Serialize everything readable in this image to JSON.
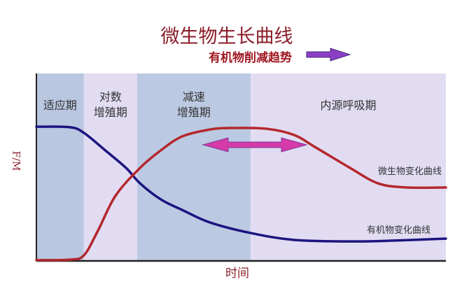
{
  "title": "微生物生长曲线",
  "trend_label": "有机物削减趋势",
  "phases": [
    {
      "label_lines": [
        "适应期"
      ],
      "color": "#b9c7e0"
    },
    {
      "label_lines": [
        "对数",
        "增殖期"
      ],
      "color": "#e2dcf2"
    },
    {
      "label_lines": [
        "减速",
        "增殖期"
      ],
      "color": "#bcc9e2"
    },
    {
      "label_lines": [
        "内源呼吸期"
      ],
      "color": "#e2dcf2"
    }
  ],
  "chart_data": {
    "type": "line",
    "title": "微生物生长曲线",
    "xlabel": "时间",
    "ylabel": "F/M",
    "xlim": [
      0,
      100
    ],
    "ylim": [
      0,
      100
    ],
    "grid": false,
    "phase_boundaries": [
      0,
      11.6,
      24.6,
      52.3,
      100
    ],
    "series": [
      {
        "name": "有机物变化曲线",
        "color": "#1c1580",
        "x": [
          0,
          8.2,
          11.6,
          16.8,
          21.9,
          25.3,
          30.4,
          35.6,
          42.4,
          52.3,
          62.9,
          76.6,
          86.8,
          100
        ],
        "y": [
          71.6,
          71.3,
          68.3,
          59.0,
          49.6,
          41.4,
          32.8,
          27.2,
          20.5,
          14.9,
          11.2,
          10.4,
          10.8,
          11.9
        ]
      },
      {
        "name": "微生物变化曲线",
        "color": "#b3282e",
        "x": [
          0,
          8.2,
          11.6,
          15.0,
          19.3,
          25.3,
          30.4,
          35.6,
          42.4,
          47.5,
          56.1,
          62.9,
          68.0,
          76.6,
          83.4,
          90.3,
          100
        ],
        "y": [
          0.4,
          0.7,
          3.0,
          16.0,
          34.7,
          49.6,
          59.0,
          66.4,
          70.1,
          70.9,
          70.5,
          67.2,
          60.8,
          49.6,
          41.4,
          39.2,
          39.2
        ]
      }
    ]
  },
  "colors": {
    "trend_arrow": "#8a3fc4",
    "double_arrow": "#d63aa8"
  }
}
